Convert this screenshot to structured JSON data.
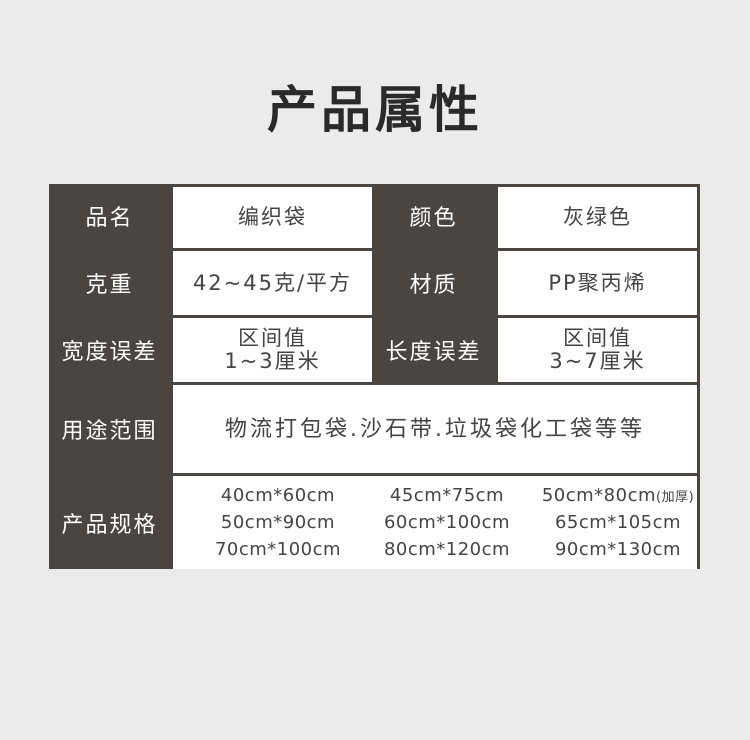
{
  "title": "产品属性",
  "rows": {
    "name": {
      "label": "品名",
      "value": "编织袋"
    },
    "color": {
      "label": "颜色",
      "value": "灰绿色"
    },
    "weight": {
      "label": "克重",
      "value": "42~45克/平方"
    },
    "material": {
      "label": "材质",
      "value": "PP聚丙烯"
    },
    "width_error": {
      "label": "宽度误差",
      "value_line1": "区间值",
      "value_line2": "1~3厘米"
    },
    "length_error": {
      "label": "长度误差",
      "value_line1": "区间值",
      "value_line2": "3~7厘米"
    },
    "usage": {
      "label": "用途范围",
      "value": "物流打包袋.沙石带.垃圾袋化工袋等等"
    },
    "sizes": {
      "label": "产品规格",
      "items": [
        "40cm*60cm",
        "45cm*75cm",
        "50cm*80cm",
        "50cm*90cm",
        "60cm*100cm",
        "65cm*105cm",
        "70cm*100cm",
        "80cm*120cm",
        "90cm*130cm"
      ],
      "note": "(加厚)"
    }
  }
}
